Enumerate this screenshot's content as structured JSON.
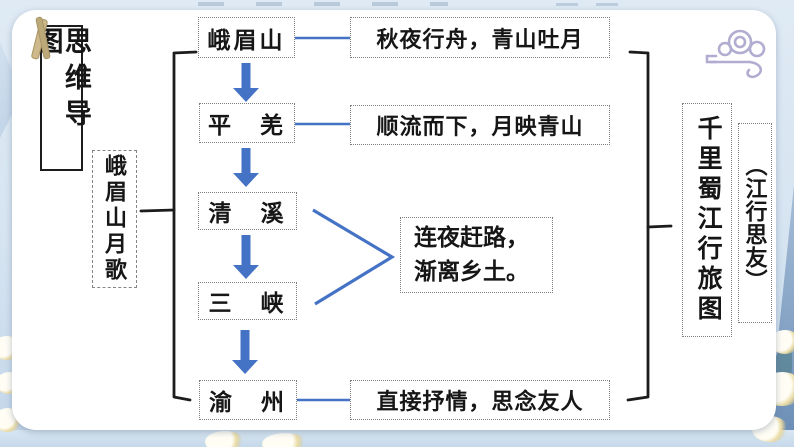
{
  "header": {
    "corner_title": "思维导图"
  },
  "poem": {
    "title": "峨眉山月歌"
  },
  "flow": {
    "stations": [
      {
        "label": "峨眉山",
        "note": "秋夜行舟，青山吐月"
      },
      {
        "label": "平　羌",
        "note": "顺流而下，月映青山"
      },
      {
        "label": "清　溪"
      },
      {
        "label": "三　峡"
      },
      {
        "label": "渝　州",
        "note": "直接抒情，思念友人"
      }
    ],
    "shared_note": {
      "line1": "连夜赶路，",
      "line2": "渐离乡土。"
    }
  },
  "right_panel": {
    "summary": "千里蜀江行旅图",
    "theme": "（江行思友）"
  },
  "icons": {
    "cloud": "cloud-ornament",
    "clip": "paper-clip-decoration"
  },
  "colors": {
    "arrow_blue": "#4472C4",
    "bracket_ink": "#1C1C1C",
    "box_border_gray": "#7D7D7D",
    "cloud_lavender": "#B1ADD1",
    "clip_tan": "#C9B484",
    "background_blue": "#D5E3F0"
  }
}
